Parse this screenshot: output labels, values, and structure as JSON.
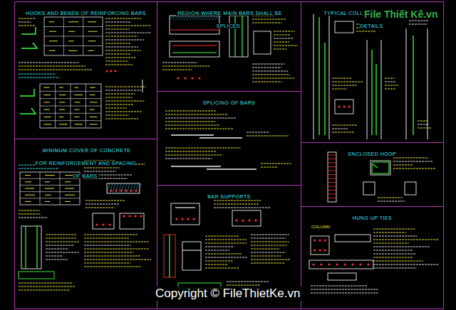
{
  "diagram": {
    "nodes": [
      {
        "text": [
          "HOOKS AND BENDS OF REINFORCING BARS"
        ]
      },
      {
        "text": [
          "MINIMUM COVER OF CONCRETE FOR REINFORCEMENT AND SPACING OF BARS"
        ]
      },
      {
        "text": [
          "REGION WHERE MAIN BARS SHALL BE SPLICED"
        ]
      },
      {
        "text": [
          "SPLICING OF BARS"
        ]
      },
      {
        "text": [
          "BAR SUPPORTS"
        ]
      },
      {
        "text": [
          "TYPICAL COLUMN REINFORCEMENT DETAILS"
        ]
      },
      {
        "text": [
          "ENCLOSED HOOP"
        ]
      },
      {
        "text": [
          "HUNG UP TIES"
        ]
      }
    ],
    "edges": [],
    "labels": [
      "File Thiết Kế.vn",
      "Copyright © FileThietKe.vn",
      "COLUMN"
    ]
  }
}
